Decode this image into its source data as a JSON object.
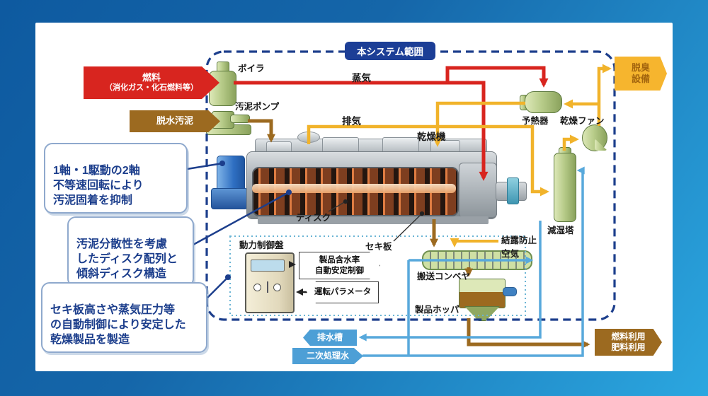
{
  "title_badge": "本システム範囲",
  "inputs": {
    "fuel_title": "燃料",
    "fuel_sub": "（消化ガス・化石燃料等）",
    "dewatered_sludge": "脱水汚泥"
  },
  "labels": {
    "boiler": "ボイラ",
    "sludge_pump": "汚泥ポンプ",
    "steam": "蒸気",
    "exhaust": "排気",
    "dryer": "乾燥機",
    "disk": "ディスク",
    "weir_plate": "セキ板",
    "preheater": "予熱器",
    "drying_fan": "乾燥ファン",
    "dehumidifying_tower": "減湿塔",
    "conveyor": "搬送コンベヤ",
    "product_hopper": "製品ホッパ",
    "anti_condensation_air": "結露防止\n空気",
    "power_control_panel": "動力制御盤"
  },
  "control": {
    "moisture_control": "製品含水率\n自動安定制御",
    "operation_parameters": "運転パラメータ"
  },
  "outputs": {
    "deodorizing_equipment": "脱臭\n設備",
    "drainage_tank": "排水槽",
    "secondary_treated_water": "二次処理水",
    "fuel_fertilizer_use": "燃料利用\n肥料利用"
  },
  "callouts": [
    {
      "text": "1軸・1駆動の2軸\n不等速回転により\n汚泥固着を抑制"
    },
    {
      "text": "汚泥分散性を考慮\nしたディスク配列と\n傾斜ディスク構造"
    },
    {
      "text": "セキ板高さや蒸気圧力等\nの自動制御により安定した\n乾燥製品を製造"
    }
  ],
  "colors": {
    "steam_line": "#d8251f",
    "air_line": "#f1b32b",
    "sludge_line": "#9c6a20",
    "water_line": "#58a9dc",
    "scope_border": "#1c3e8c",
    "deodorizer_box": "#f6b52e",
    "water_box": "#4d9fd6"
  }
}
